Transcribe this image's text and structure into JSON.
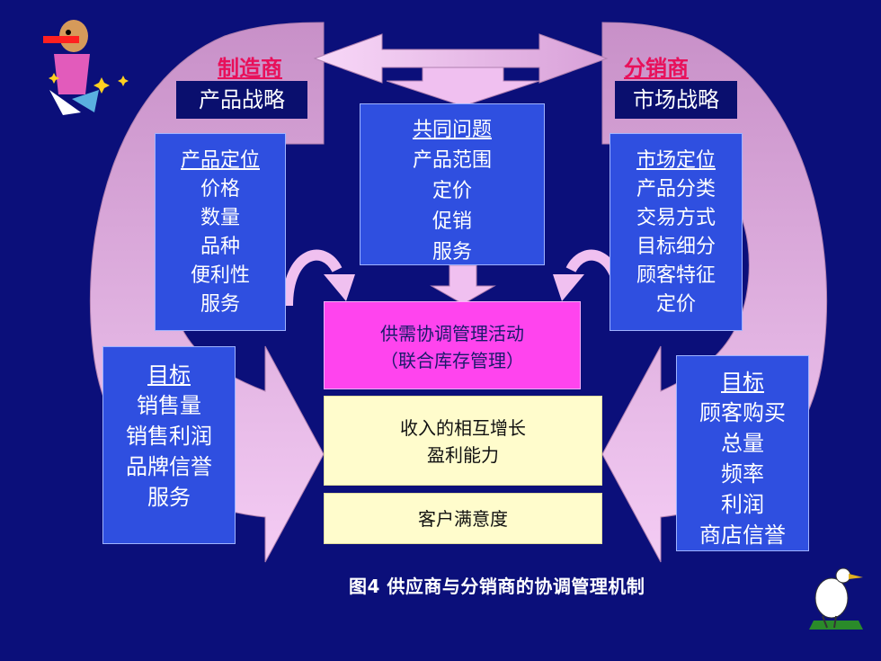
{
  "colors": {
    "background": "#0b0f7a",
    "arrow_pink": "#e6b8e6",
    "box_blue": "#2f4fe0",
    "box_magenta": "#ff44ee",
    "box_cream": "#fffccc",
    "label_red": "#e8105a"
  },
  "left_actor": {
    "name": "制造商",
    "strategy": "产品战略"
  },
  "right_actor": {
    "name": "分销商",
    "strategy": "市场战略"
  },
  "common_box": {
    "title": "共同问题",
    "items": [
      "产品范围",
      "定价",
      "促销",
      "服务"
    ]
  },
  "left_positioning": {
    "title": "产品定位",
    "items": [
      "价格",
      "数量",
      "品种",
      "便利性",
      "服务"
    ]
  },
  "right_positioning": {
    "title": "市场定位",
    "items": [
      "产品分类",
      "交易方式",
      "目标细分",
      "顾客特征",
      "定价"
    ]
  },
  "left_goals": {
    "title": "目标",
    "items": [
      "销售量",
      "销售利润",
      "品牌信誉",
      "服务"
    ]
  },
  "right_goals": {
    "title": "目标",
    "items": [
      "顾客购买",
      "总量",
      "频率",
      "利润",
      "商店信誉"
    ]
  },
  "center_activity": {
    "line1": "供需协调管理活动",
    "line2": "（联合库存管理）"
  },
  "center_growth": {
    "line1": "收入的相互增长",
    "line2": "盈利能力"
  },
  "center_satisfaction": {
    "text": "客户满意度"
  },
  "caption": "图4   供应商与分销商的协调管理机制",
  "decorations": [
    "cartoon-figure-icon",
    "sparkle-icon",
    "heron-icon"
  ]
}
